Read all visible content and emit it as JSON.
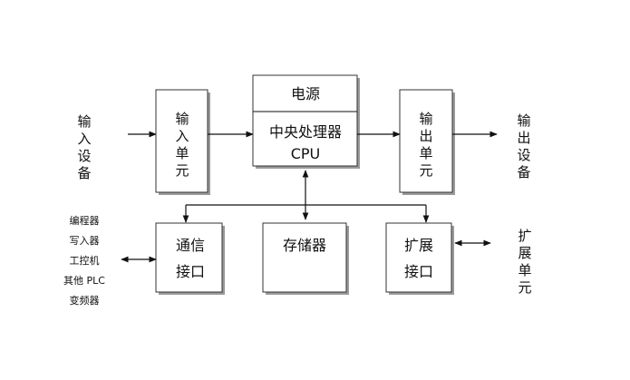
{
  "input_device": {
    "chars": [
      "输",
      "入",
      "设",
      "备"
    ]
  },
  "input_unit": {
    "chars": [
      "输",
      "入",
      "单",
      "元"
    ]
  },
  "power": {
    "label": "电源"
  },
  "cpu": {
    "label": "中央处理器",
    "sublabel": "CPU"
  },
  "output_unit": {
    "chars": [
      "输",
      "出",
      "单",
      "元"
    ]
  },
  "output_device": {
    "chars": [
      "输",
      "出",
      "设",
      "备"
    ]
  },
  "comm_interface": {
    "line1": "通信",
    "line2": "接口"
  },
  "memory": {
    "label": "存储器"
  },
  "expansion_interface": {
    "line1": "扩展",
    "line2": "接口"
  },
  "expansion_unit": {
    "chars": [
      "扩",
      "展",
      "单",
      "元"
    ]
  },
  "peripherals": [
    "编程器",
    "写入器",
    "工控机",
    "其他 PLC",
    "变频器"
  ]
}
